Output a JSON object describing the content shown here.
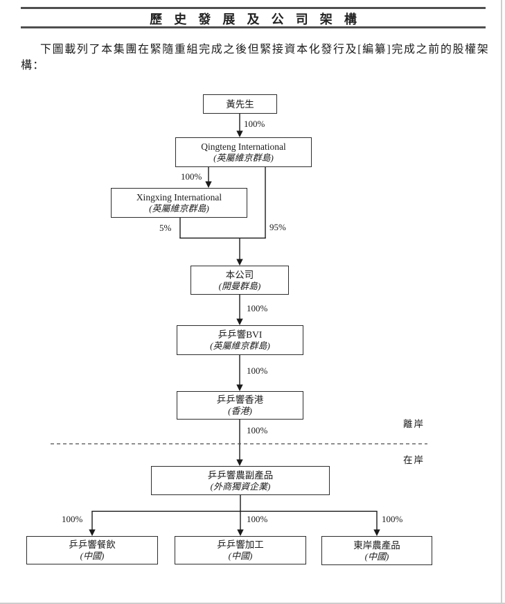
{
  "page": {
    "title": "歷史發展及公司架構",
    "intro": "下圖載列了本集團在緊隨重組完成之後但緊接資本化發行及[編纂]完成之前的股權架構：",
    "colors": {
      "text": "#1a1a1a",
      "rule": "#4f4f4f",
      "box_border": "#2b2b2b",
      "divider_dashed": "#4a4a4a",
      "page_edge": "#cdcdcd"
    }
  },
  "diagram": {
    "type": "org-chart",
    "nodes": [
      {
        "id": "mr-huang",
        "name": "黃先生"
      },
      {
        "id": "qingteng-international",
        "name": "Qingteng International",
        "jurisdiction": "(英屬維京群島)"
      },
      {
        "id": "xingxing-international",
        "name": "Xingxing International",
        "jurisdiction": "(英屬維京群島)"
      },
      {
        "id": "the-company",
        "name": "本公司",
        "jurisdiction": "(開曼群島)"
      },
      {
        "id": "pingpingxiang-bvi",
        "name": "乒乒響BVI",
        "jurisdiction": "(英屬維京群島)"
      },
      {
        "id": "pingpingxiang-hongkong",
        "name": "乒乒響香港",
        "jurisdiction": "(香港)"
      },
      {
        "id": "pingpingxiang-agri-products",
        "name": "乒乒響農副產品",
        "jurisdiction": "(外商獨資企業)"
      },
      {
        "id": "pingpingxiang-catering",
        "name": "乒乒響餐飲",
        "jurisdiction": "(中國)"
      },
      {
        "id": "pingpingxiang-processing",
        "name": "乒乒響加工",
        "jurisdiction": "(中國)"
      },
      {
        "id": "dongan-agri-products",
        "name": "東岸農產品",
        "jurisdiction": "(中國)"
      }
    ],
    "edges": [
      {
        "from": "mr-huang",
        "to": "qingteng-international",
        "label": "100%"
      },
      {
        "from": "qingteng-international",
        "to": "xingxing-international",
        "label": "100%"
      },
      {
        "from": "qingteng-international",
        "to": "the-company",
        "label": "95%"
      },
      {
        "from": "xingxing-international",
        "to": "the-company",
        "label": "5%"
      },
      {
        "from": "the-company",
        "to": "pingpingxiang-bvi",
        "label": "100%"
      },
      {
        "from": "pingpingxiang-bvi",
        "to": "pingpingxiang-hongkong",
        "label": "100%"
      },
      {
        "from": "pingpingxiang-hongkong",
        "to": "pingpingxiang-agri-products",
        "label": "100%"
      },
      {
        "from": "pingpingxiang-agri-products",
        "to": "pingpingxiang-catering",
        "label": "100%"
      },
      {
        "from": "pingpingxiang-agri-products",
        "to": "pingpingxiang-processing",
        "label": "100%"
      },
      {
        "from": "pingpingxiang-agri-products",
        "to": "dongan-agri-products",
        "label": "100%"
      }
    ],
    "region_labels": {
      "offshore": "離岸",
      "onshore": "在岸"
    }
  }
}
